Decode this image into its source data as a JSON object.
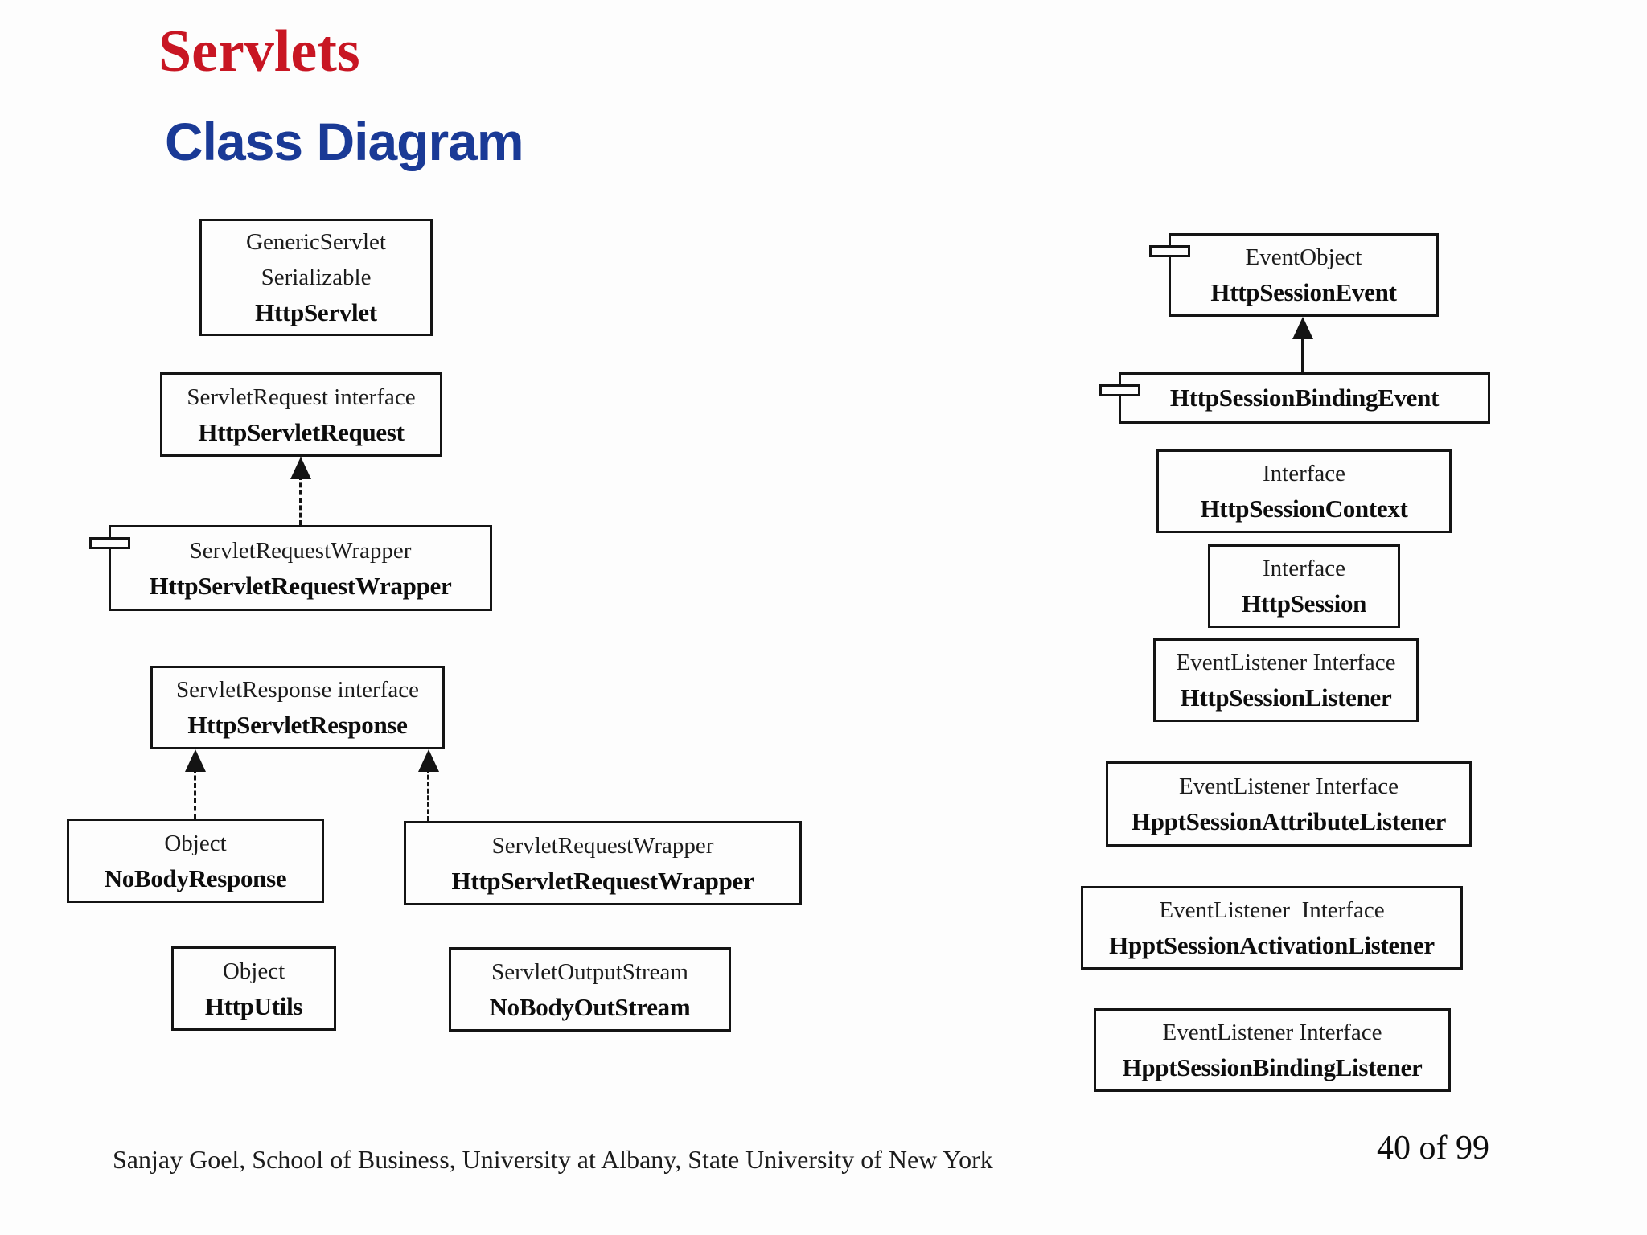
{
  "slide": {
    "title": "Servlets",
    "subtitle": "Class Diagram",
    "footer": "Sanjay Goel, School of Business, University at Albany, State University of New York",
    "page_number": "40 of 99",
    "colors": {
      "title_red": "#C81623",
      "subtitle_blue": "#1A3A96",
      "box_border": "#141414",
      "background": "#FDFDFD"
    }
  },
  "diagram": {
    "boxes": {
      "http_servlet": {
        "line1": "GenericServlet",
        "line2": "Serializable",
        "bold": "HttpServlet"
      },
      "http_servlet_request": {
        "line1": "ServletRequest interface",
        "bold": "HttpServletRequest"
      },
      "http_servlet_request_wrapper": {
        "line1": "ServletRequestWrapper",
        "bold": "HttpServletRequestWrapper"
      },
      "http_servlet_response": {
        "line1": "ServletResponse interface",
        "bold": "HttpServletResponse"
      },
      "no_body_response": {
        "line1": "Object",
        "bold": "NoBodyResponse"
      },
      "http_servlet_request_wrapper_2": {
        "line1": "ServletRequestWrapper",
        "bold": "HttpServletRequestWrapper"
      },
      "http_utils": {
        "line1": "Object",
        "bold": "HttpUtils"
      },
      "no_body_out_stream": {
        "line1": "ServletOutputStream",
        "bold": "NoBodyOutStream"
      },
      "http_session_event": {
        "line1": "EventObject",
        "bold": "HttpSessionEvent"
      },
      "http_session_binding_event": {
        "bold": "HttpSessionBindingEvent"
      },
      "http_session_context": {
        "line1": "Interface",
        "bold": "HttpSessionContext"
      },
      "http_session": {
        "line1": "Interface",
        "bold": "HttpSession"
      },
      "http_session_listener": {
        "line1": "EventListener Interface",
        "bold": "HttpSessionListener"
      },
      "hppt_session_attribute_listener": {
        "line1": "EventListener Interface",
        "bold": "HpptSessionAttributeListener"
      },
      "hppt_session_activation_listener": {
        "line1": "EventListener  Interface",
        "bold": "HpptSessionActivationListener"
      },
      "hppt_session_binding_listener": {
        "line1": "EventListener Interface",
        "bold": "HpptSessionBindingListener"
      }
    }
  }
}
